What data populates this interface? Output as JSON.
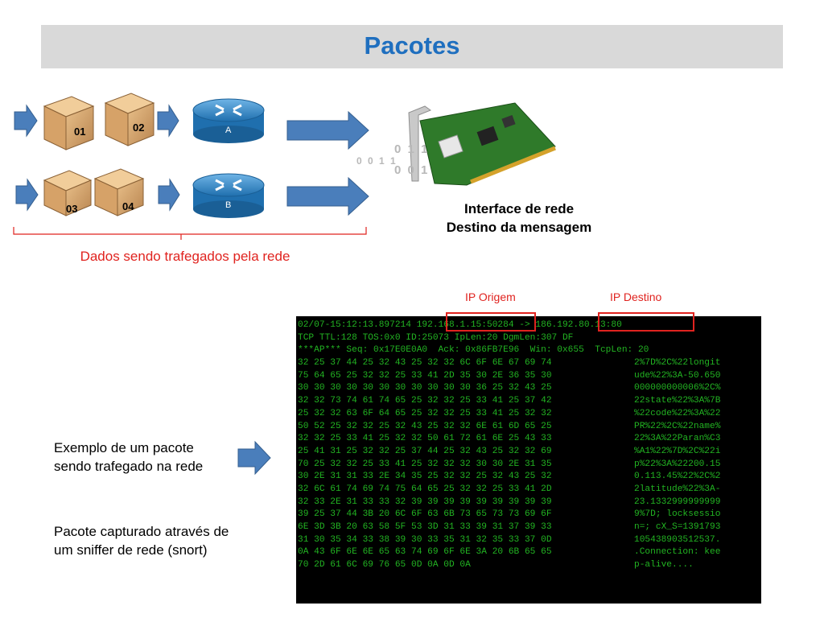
{
  "title": "Pacotes",
  "packets_row1": [
    "01",
    "02"
  ],
  "packets_row2": [
    "03",
    "04"
  ],
  "router_a_label": "A",
  "router_b_label": "B",
  "bits": {
    "left": "0 0 1 1",
    "top": "0 1 1",
    "bottom": "0 0 1"
  },
  "nic_caption": {
    "line1": "Interface de rede",
    "line2": "Destino da mensagem"
  },
  "brace_label": "Dados sendo trafegados pela rede",
  "ip_origem_label": "IP Origem",
  "ip_destino_label": "IP Destino",
  "desc_example": {
    "line1": "Exemplo de um pacote",
    "line2": "sendo trafegado na rede"
  },
  "desc_capture": {
    "line1": "Pacote capturado através de",
    "line2": "um sniffer de rede (snort)"
  },
  "colors": {
    "title": "#1f6fbf",
    "accent_red": "#e0231f",
    "terminal_text": "#22b422",
    "arrow_fill": "#4a7ebb"
  },
  "capture_header": [
    "02/07-15:12:13.897214 192.168.1.15:50284 -> 186.192.80.13:80",
    "TCP TTL:128 TOS:0x0 ID:25073 IpLen:20 DgmLen:307 DF",
    "***AP*** Seq: 0x17E0E0A0  Ack: 0x86FB7E96  Win: 0x655  TcpLen: 20"
  ],
  "capture_rows": [
    {
      "hex": "32 25 37 44 25 32 43 25 32 32 6C 6F 6E 67 69 74",
      "ascii": "2%7D%2C%22longit"
    },
    {
      "hex": "75 64 65 25 32 32 25 33 41 2D 35 30 2E 36 35 30",
      "ascii": "ude%22%3A-50.650"
    },
    {
      "hex": "30 30 30 30 30 30 30 30 30 30 30 36 25 32 43 25",
      "ascii": "000000000006%2C%"
    },
    {
      "hex": "32 32 73 74 61 74 65 25 32 32 25 33 41 25 37 42",
      "ascii": "22state%22%3A%7B"
    },
    {
      "hex": "25 32 32 63 6F 64 65 25 32 32 25 33 41 25 32 32",
      "ascii": "%22code%22%3A%22"
    },
    {
      "hex": "50 52 25 32 32 25 32 43 25 32 32 6E 61 6D 65 25",
      "ascii": "PR%22%2C%22name%"
    },
    {
      "hex": "32 32 25 33 41 25 32 32 50 61 72 61 6E 25 43 33",
      "ascii": "22%3A%22Paran%C3"
    },
    {
      "hex": "25 41 31 25 32 32 25 37 44 25 32 43 25 32 32 69",
      "ascii": "%A1%22%7D%2C%22i"
    },
    {
      "hex": "70 25 32 32 25 33 41 25 32 32 32 30 30 2E 31 35",
      "ascii": "p%22%3A%22200.15"
    },
    {
      "hex": "30 2E 31 31 33 2E 34 35 25 32 32 25 32 43 25 32",
      "ascii": "0.113.45%22%2C%2"
    },
    {
      "hex": "32 6C 61 74 69 74 75 64 65 25 32 32 25 33 41 2D",
      "ascii": "2latitude%22%3A-"
    },
    {
      "hex": "32 33 2E 31 33 33 32 39 39 39 39 39 39 39 39 39",
      "ascii": "23.1332999999999"
    },
    {
      "hex": "39 25 37 44 3B 20 6C 6F 63 6B 73 65 73 73 69 6F",
      "ascii": "9%7D; locksessio"
    },
    {
      "hex": "6E 3D 3B 20 63 58 5F 53 3D 31 33 39 31 37 39 33",
      "ascii": "n=; cX_S=1391793"
    },
    {
      "hex": "31 30 35 34 33 38 39 30 33 35 31 32 35 33 37 0D",
      "ascii": "105438903512537."
    },
    {
      "hex": "0A 43 6F 6E 6E 65 63 74 69 6F 6E 3A 20 6B 65 65",
      "ascii": ".Connection: kee"
    },
    {
      "hex": "70 2D 61 6C 69 76 65 0D 0A 0D 0A",
      "ascii": "p-alive...."
    }
  ]
}
